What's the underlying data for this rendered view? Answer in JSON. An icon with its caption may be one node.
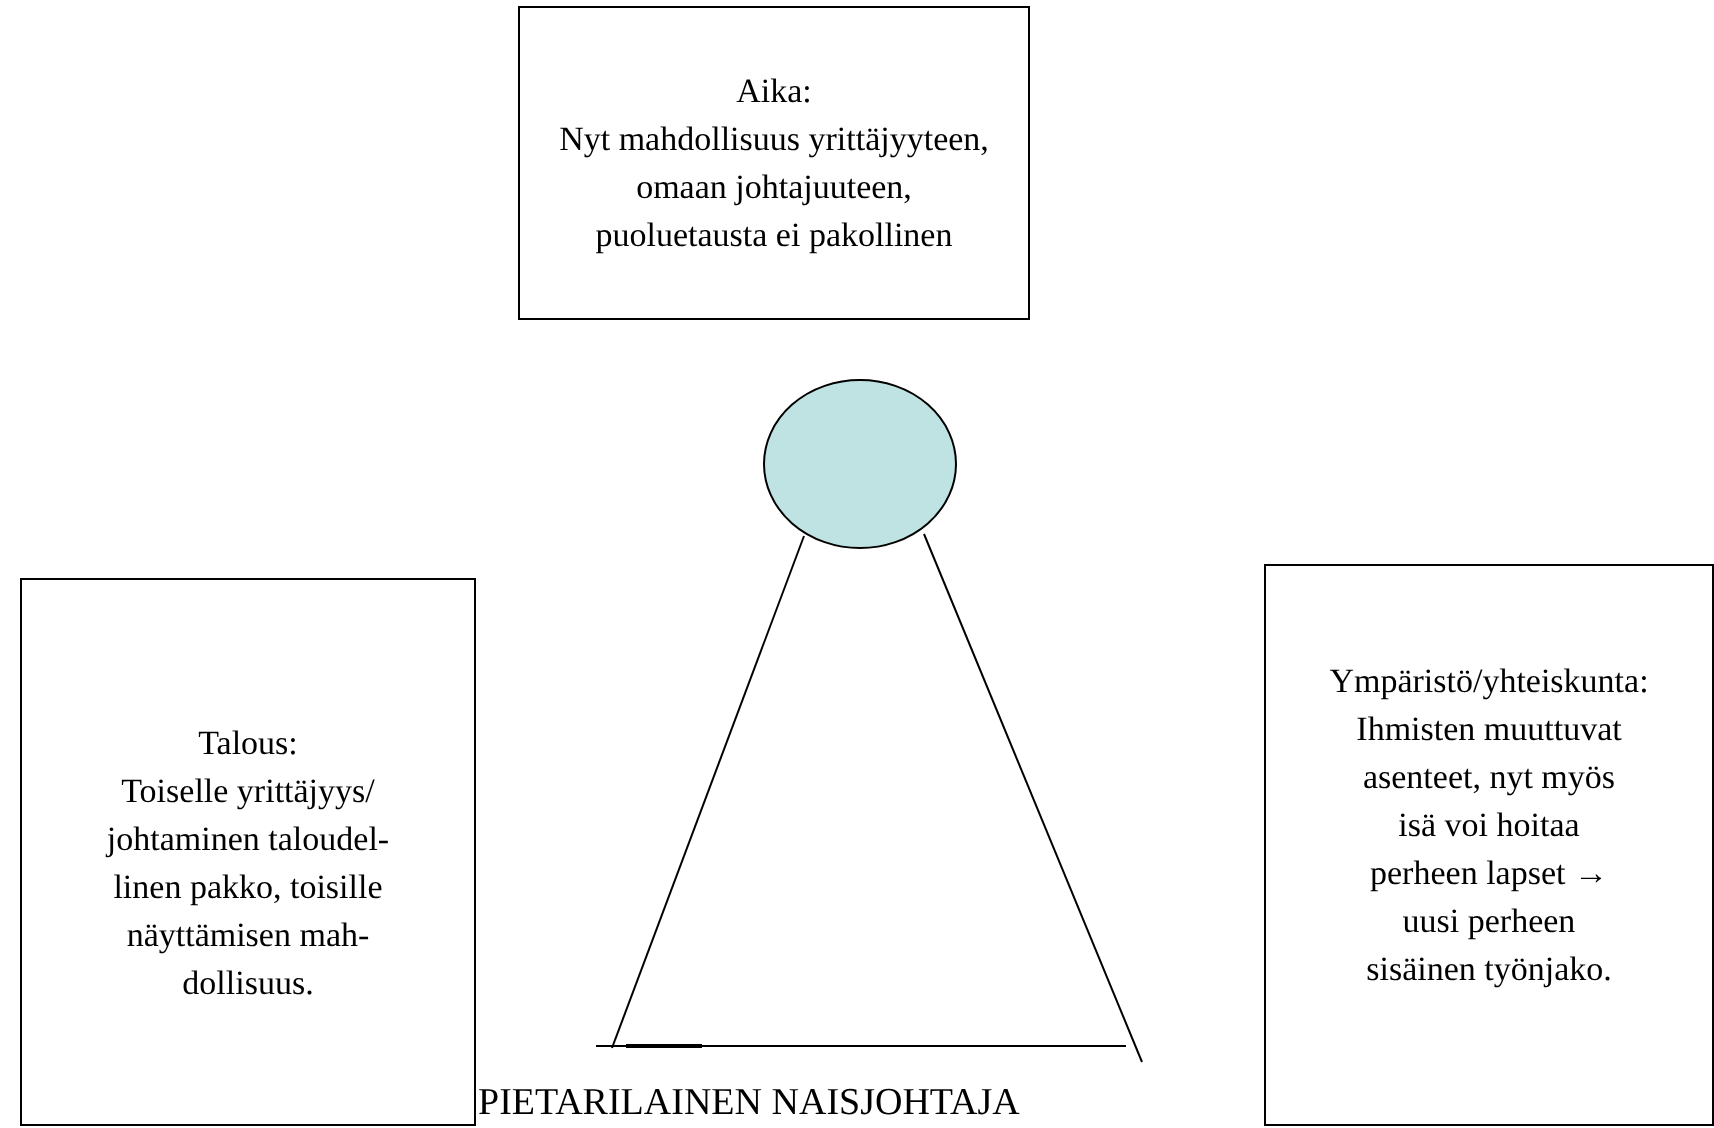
{
  "diagram": {
    "nodes": [
      {
        "text": [
          "Aika:",
          "Nyt mahdollisuus yrittäjyyteen, omaan johtajuuteen, puoluetausta ei pakollinen"
        ]
      },
      {
        "text": [
          "Talous:",
          "Toiselle yrittäjyys/ johtaminen taloudel-linen pakko, toisille näyttämisen mah-dollisuus."
        ]
      },
      {
        "text": [
          "Ympäristö/yhteiskunta:",
          "Ihmisten muuttuvat asenteet, nyt myös isä voi hoitaa perheen lapset → uusi perheen sisäinen työnjako."
        ]
      }
    ],
    "labels": [
      "PIETARILAINEN NAISJOHTAJA"
    ]
  }
}
